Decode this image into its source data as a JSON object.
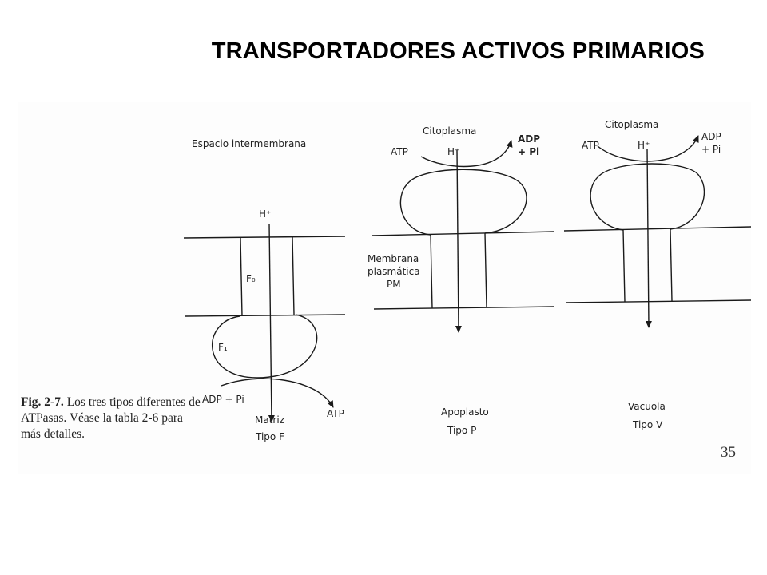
{
  "slide": {
    "title": "TRANSPORTADORES ACTIVOS PRIMARIOS"
  },
  "figure": {
    "caption_bold": "Fig. 2-7.",
    "caption_text": "Los tres tipos diferentes de ATPasas. Véase la tabla 2-6 para más detalles.",
    "page_number": "35"
  },
  "panel_f": {
    "top_label": "Espacio intermembrana",
    "proton": "H⁺",
    "f0": "F₀",
    "f1": "F₁",
    "substrate": "ADP + Pi",
    "product": "ATP",
    "compartment": "Matriz",
    "type": "Tipo F"
  },
  "panel_p": {
    "top_label": "Citoplasma",
    "substrate": "ATP",
    "proton": "H⁺",
    "product_line1": "ADP",
    "product_line2": "+ Pi",
    "membrane_line1": "Membrana",
    "membrane_line2": "plasmática",
    "membrane_line3": "PM",
    "compartment": "Apoplasto",
    "type": "Tipo P"
  },
  "panel_v": {
    "top_label": "Citoplasma",
    "substrate": "ATP",
    "proton": "H⁺",
    "product_line1": "ADP",
    "product_line2": "+ Pi",
    "compartment": "Vacuola",
    "type": "Tipo V"
  },
  "colors": {
    "ink": "#1a1a1a",
    "title": "#000000"
  }
}
